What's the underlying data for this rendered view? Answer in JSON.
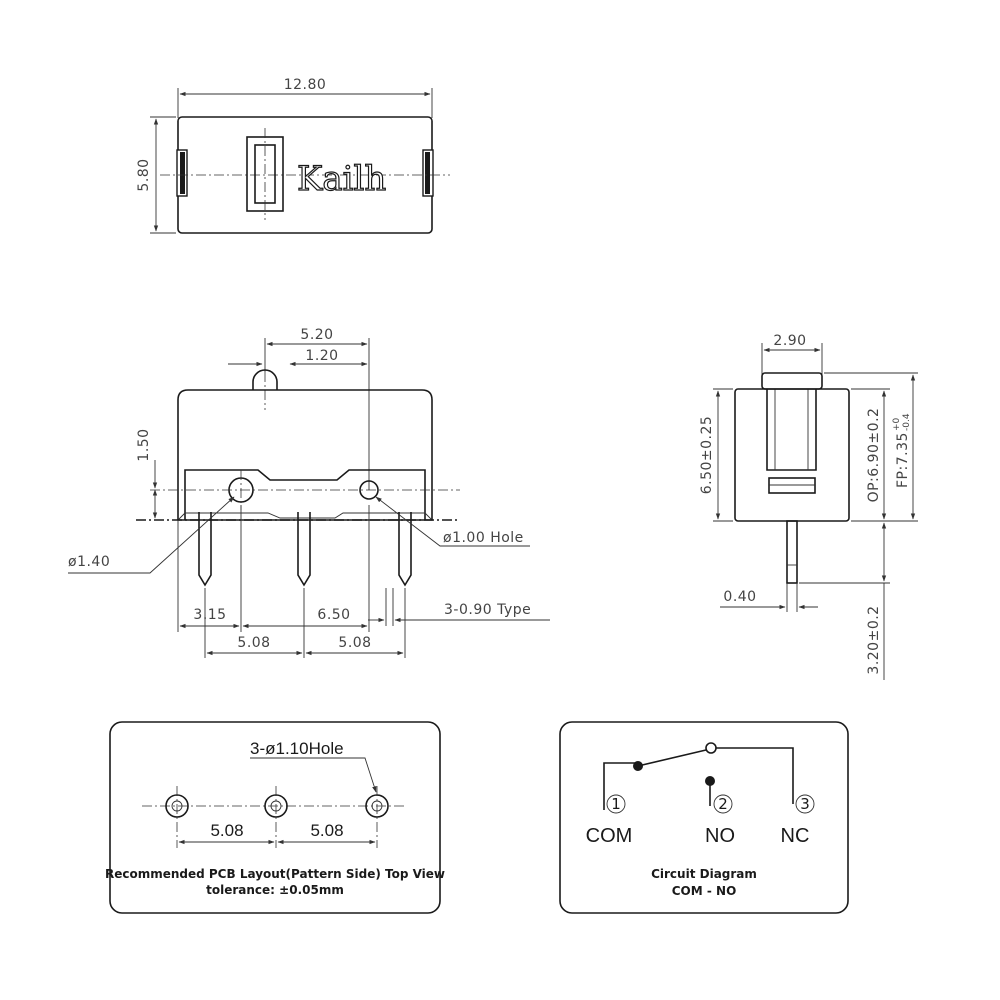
{
  "top_view": {
    "brand": "Kailh",
    "width_dim": "12.80",
    "height_dim": "5.80"
  },
  "front_view": {
    "dim_5_20": "5.20",
    "dim_1_20": "1.20",
    "dim_1_50": "1.50",
    "dia_1_40": "ø1.40",
    "hole_1_00": "ø1.00  Hole",
    "dim_3_15": "3.15",
    "dim_6_50": "6.50",
    "type_note": "3-0.90  Type",
    "pitch_1": "5.08",
    "pitch_2": "5.08"
  },
  "side_view": {
    "dim_2_90": "2.90",
    "dim_6_50": "6.50±0.25",
    "dim_op": "OP:6.90±0.2",
    "dim_fp": "FP:7.35",
    "fp_tol_upper": "+0",
    "fp_tol_lower": "-0.4",
    "dim_0_40": "0.40",
    "dim_3_20": "3.20±0.2"
  },
  "pcb_layout": {
    "hole_note": "3-ø1.10Hole",
    "pitch_1": "5.08",
    "pitch_2": "5.08",
    "caption_line1": "Recommended PCB Layout(Pattern Side) Top View",
    "caption_line2": "tolerance: ±0.05mm"
  },
  "circuit": {
    "pin1_num": "1",
    "pin2_num": "2",
    "pin3_num": "3",
    "pin1_label": "COM",
    "pin2_label": "NO",
    "pin3_label": "NC",
    "caption_line1": "Circuit Diagram",
    "caption_line2": "COM - NO"
  }
}
